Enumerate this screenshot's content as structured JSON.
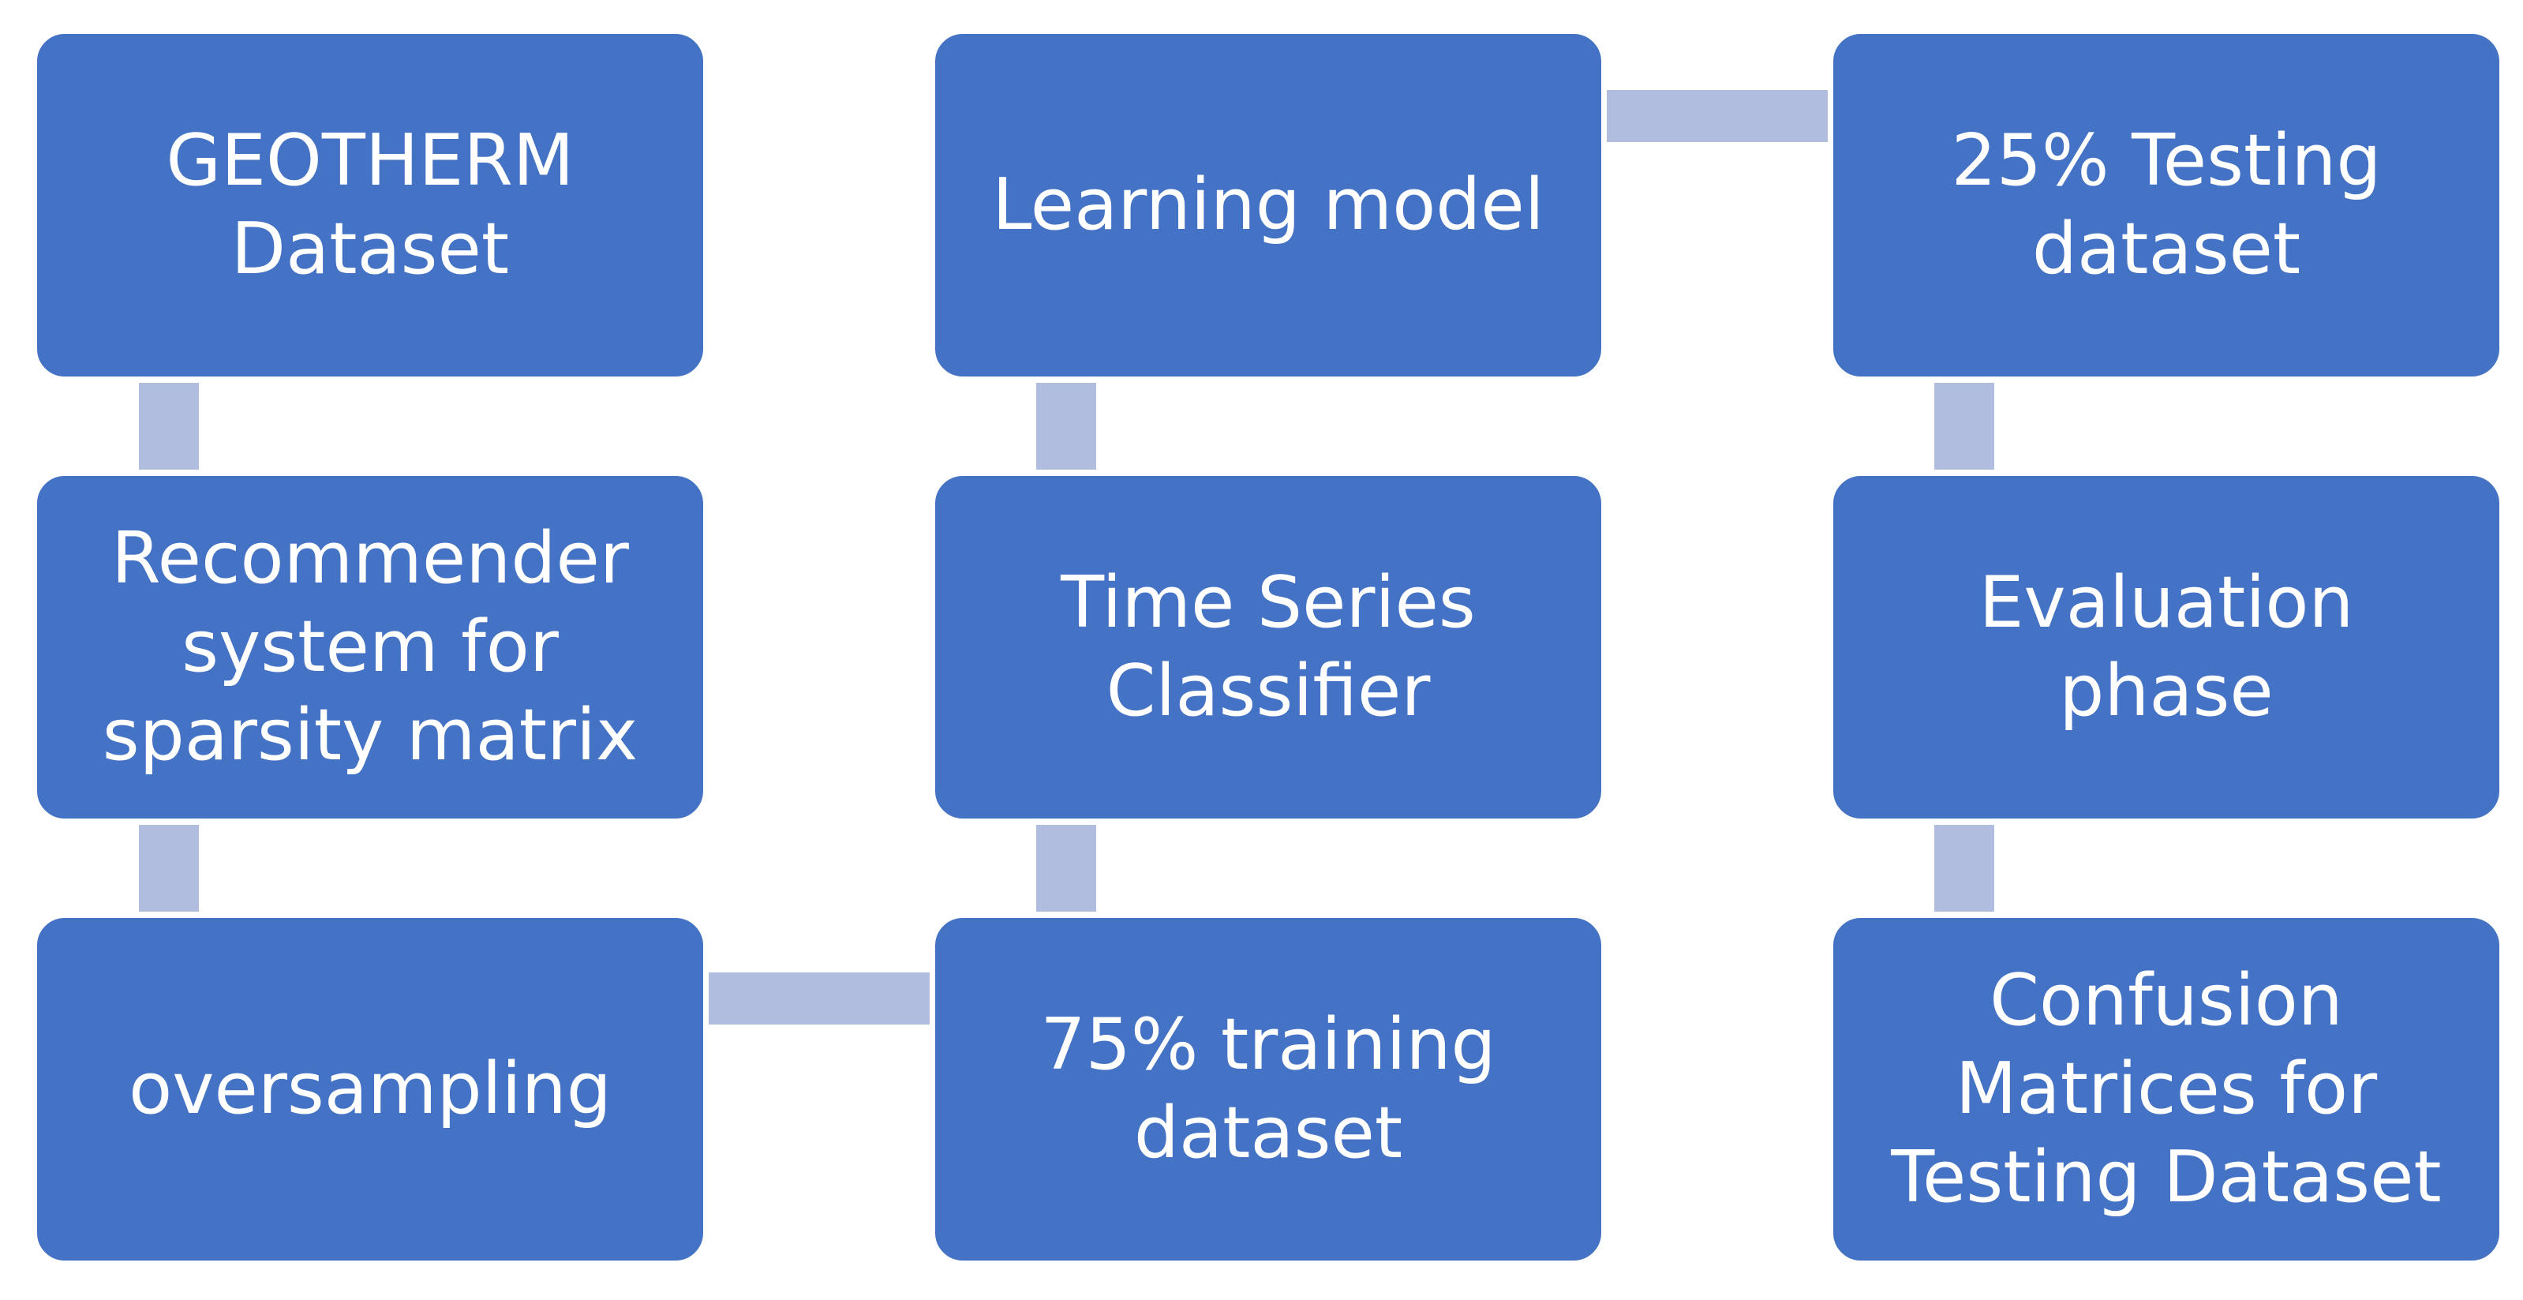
{
  "colors": {
    "box_fill": "#4472c4",
    "box_text": "#ffffff",
    "connector": "#b0bddf",
    "background": "#ffffff"
  },
  "boxes": {
    "geotherm_dataset": "GEOTHERM\nDataset",
    "recommender_system": "Recommender\nsystem for\nsparsity matrix",
    "oversampling": "oversampling",
    "training_dataset": "75% training\ndataset",
    "time_series_classifier": "Time Series\nClassifier",
    "learning_model": "Learning model",
    "testing_dataset": "25% Testing\ndataset",
    "evaluation_phase": "Evaluation\nphase",
    "confusion_matrices": "Confusion\nMatrices for\nTesting Dataset"
  }
}
